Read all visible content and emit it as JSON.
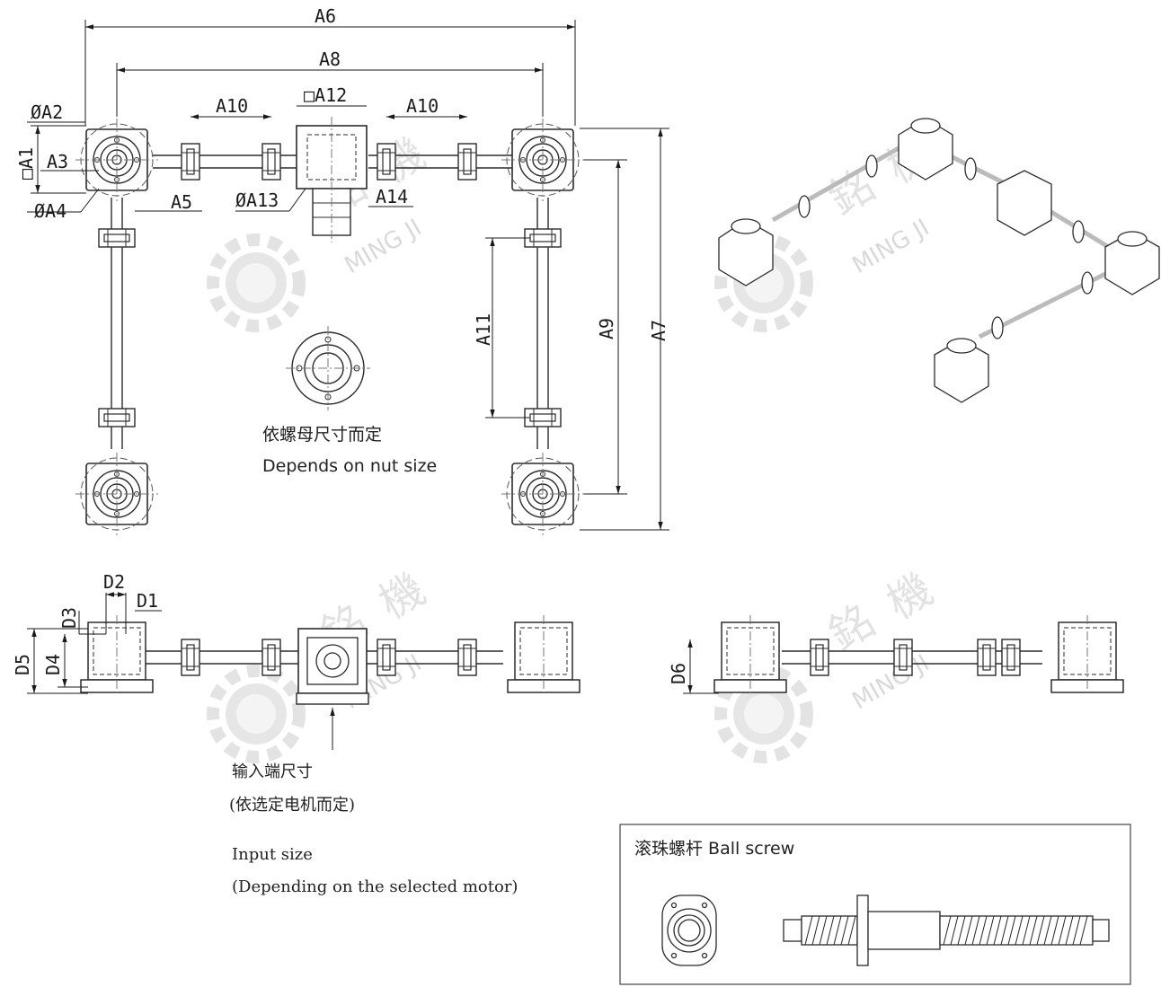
{
  "dimensions": {
    "A1": "□A1",
    "A2": "ØA2",
    "A3": "A3",
    "A4": "ØA4",
    "A5": "A5",
    "A6": "A6",
    "A7": "A7",
    "A8": "A8",
    "A9": "A9",
    "A10_left": "A10",
    "A10_right": "A10",
    "A11": "A11",
    "A12": "□A12",
    "A13": "ØA13",
    "A14": "A14",
    "D1": "D1",
    "D2": "D2",
    "D3": "D3",
    "D4": "D4",
    "D5": "D5",
    "D6": "D6"
  },
  "notes": {
    "nut_cn": "依螺母尺寸而定",
    "nut_en": "Depends on nut size",
    "input_cn_1": "输入端尺寸",
    "input_cn_2": "(依选定电机而定)",
    "input_en_1": "Input size",
    "input_en_2": "(Depending on the selected motor)"
  },
  "legend": {
    "title": "滚珠螺杆 Ball screw"
  },
  "watermark": {
    "text_en": "MING JI",
    "text_cn_1": "銘",
    "text_cn_2": "機"
  },
  "colors": {
    "line": "#2b2b2b",
    "watermark": "#d9d9d9"
  }
}
